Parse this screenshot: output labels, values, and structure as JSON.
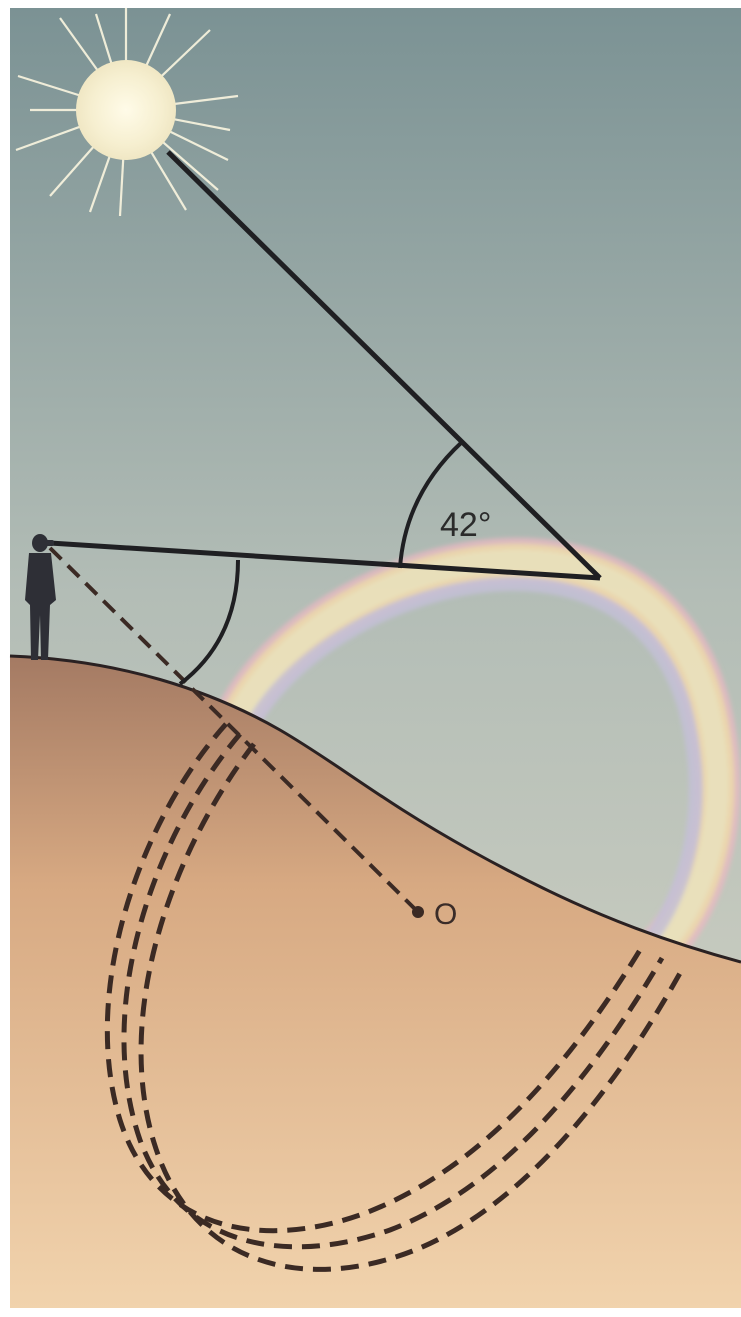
{
  "diagram": {
    "angle_label": "42°",
    "center_label": "O",
    "colors": {
      "sky_top": "#7d9496",
      "sky_bottom": "#cfd0c2",
      "ground_top": "#a97f66",
      "ground_bottom": "#efcfa8",
      "line": "#1f1f22",
      "dash": "#3b2a24",
      "sun": "#fbf6e0",
      "person": "#2e2f36"
    },
    "icons": [
      "sun-icon",
      "person-icon",
      "rainbow-arc"
    ]
  }
}
